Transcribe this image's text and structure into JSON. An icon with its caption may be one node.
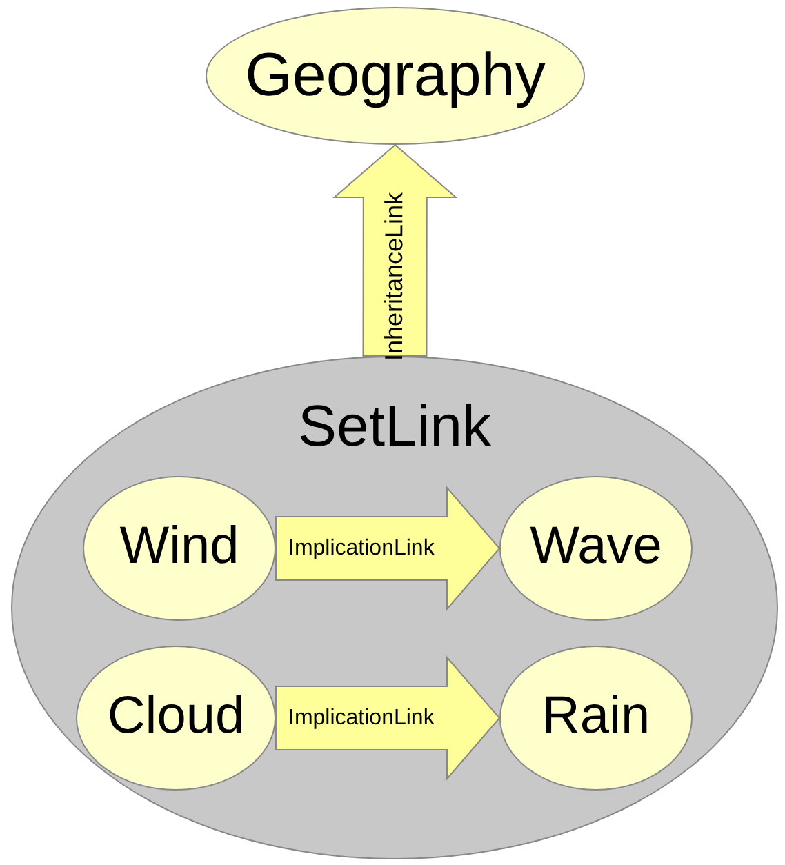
{
  "diagram": {
    "nodes": [
      {
        "text": [
          "Geography"
        ]
      },
      {
        "text": [
          "SetLink"
        ]
      },
      {
        "text": [
          "Wind"
        ],
        "in": 1
      },
      {
        "text": [
          "Wave"
        ],
        "in": 1
      },
      {
        "text": [
          "Cloud"
        ],
        "in": 1
      },
      {
        "text": [
          "Rain"
        ],
        "in": 1
      }
    ],
    "edges": [
      {
        "from": 1,
        "to": 0,
        "arrow": "to",
        "label": "InheritanceLink",
        "style": "thick"
      },
      {
        "from": 2,
        "to": 3,
        "arrow": "to",
        "label": "ImplicationLink",
        "style": "thick"
      },
      {
        "from": 4,
        "to": 5,
        "arrow": "to",
        "label": "ImplicationLink",
        "style": "thick"
      }
    ]
  }
}
